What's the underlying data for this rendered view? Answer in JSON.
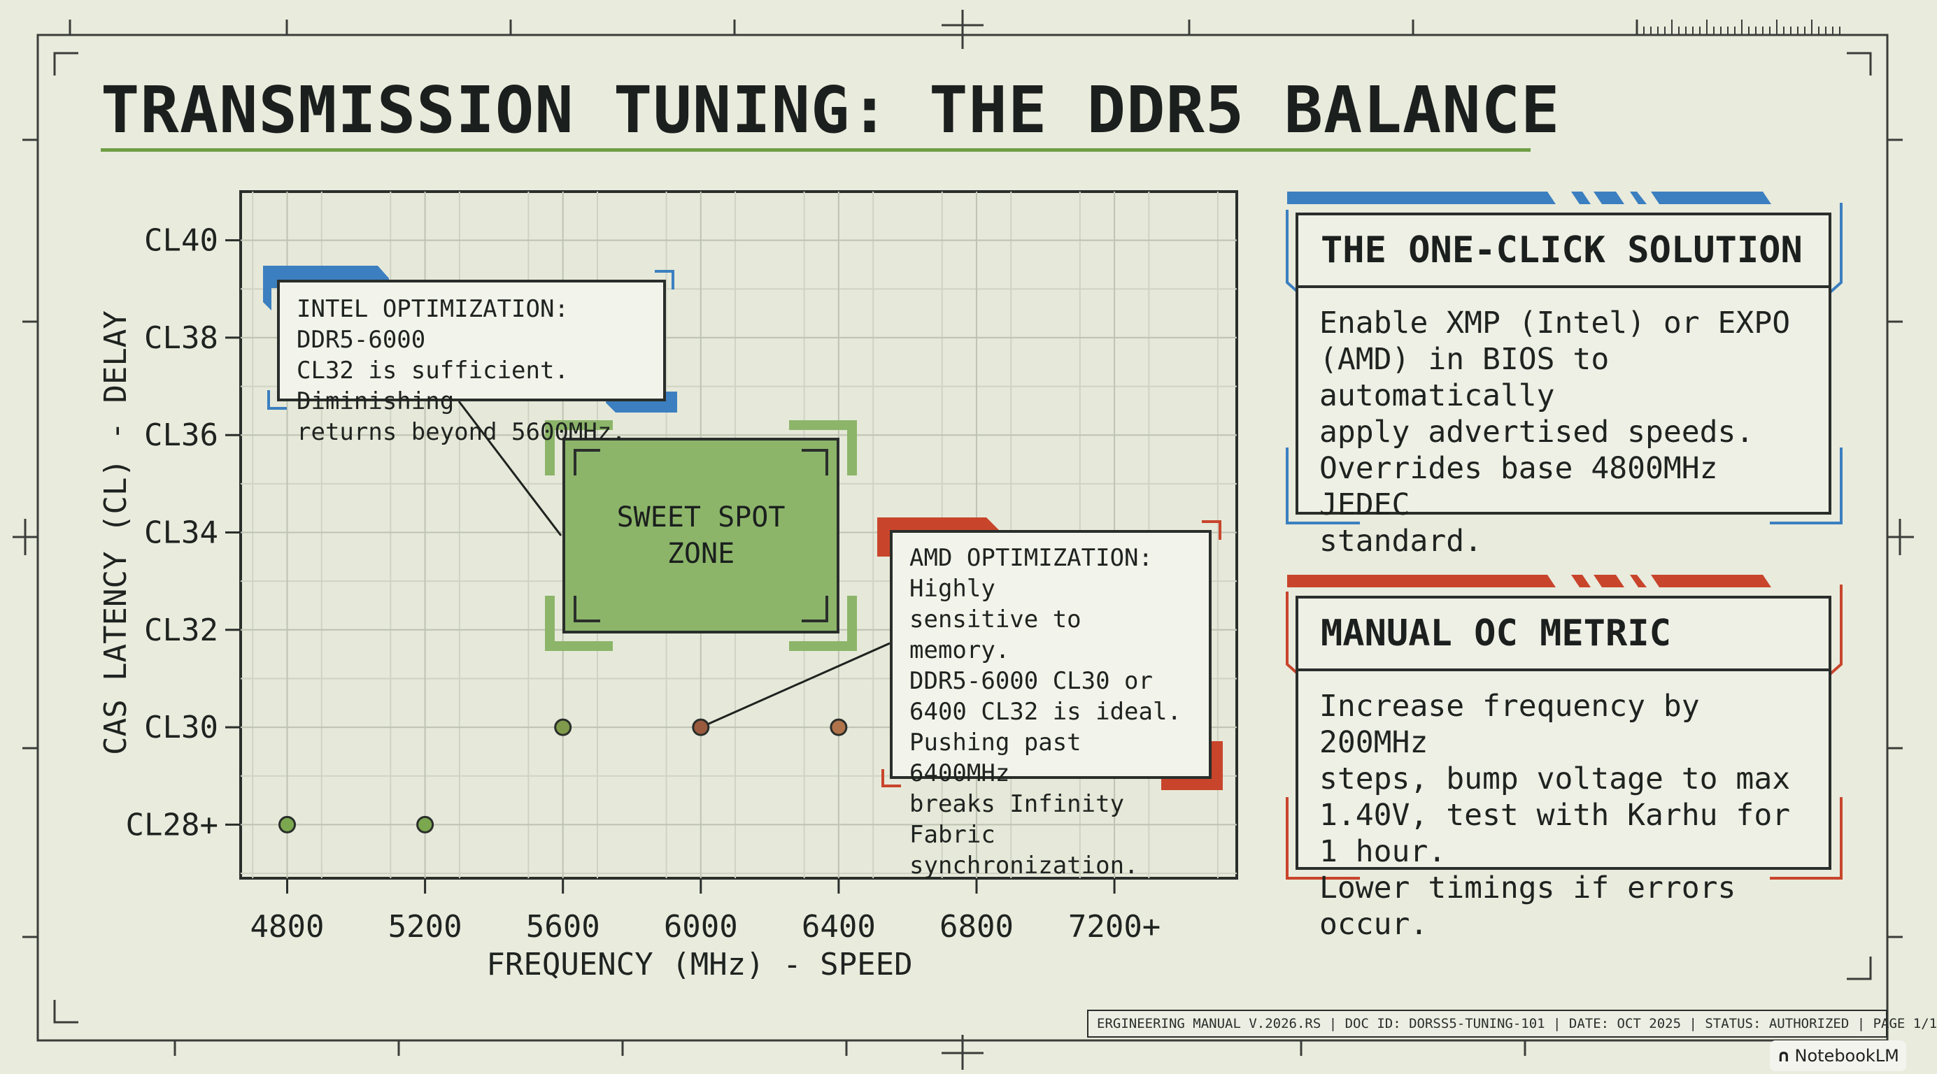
{
  "title": "TRANSMISSION TUNING: THE DDR5 BALANCE",
  "colors": {
    "background": "#e9ebdd",
    "green_accent": "#6f9d45",
    "intel_blue": "#3c7fc0",
    "amd_red": "#c8452c",
    "sweet_spot_green": "#8cb56a"
  },
  "chart_data": {
    "type": "scatter",
    "xlabel": "FREQUENCY (MHz) - SPEED",
    "ylabel": "CAS LATENCY (CL) - DELAY",
    "x_ticks": [
      "4800",
      "5200",
      "5600",
      "6000",
      "6400",
      "6800",
      "7200+"
    ],
    "y_ticks": [
      "CL28+",
      "CL30",
      "CL32",
      "CL34",
      "CL36",
      "CL38",
      "CL40"
    ],
    "xlim": [
      4665,
      7555
    ],
    "ylim": [
      26.9,
      41.0
    ],
    "grid": true,
    "points": [
      {
        "x": 4800,
        "y": 28,
        "color": "#7ba84f"
      },
      {
        "x": 5200,
        "y": 28,
        "color": "#7ba84f"
      },
      {
        "x": 5600,
        "y": 30,
        "color": "#7f9a4a"
      },
      {
        "x": 6000,
        "y": 30,
        "color": "#9a5a3e"
      },
      {
        "x": 6400,
        "y": 30,
        "color": "#b0734a"
      }
    ],
    "sweet_spot": {
      "x_range": [
        5600,
        6400
      ],
      "y_range": [
        32,
        36
      ],
      "label": "SWEET SPOT\nZONE"
    },
    "annotations": [
      {
        "id": "intel",
        "text": "INTEL OPTIMIZATION: DDR5-6000\nCL32 is sufficient. Diminishing\nreturns beyond 5600MHz.",
        "color": "#3c7fc0",
        "points_to": {
          "x": 5600,
          "y": 34
        }
      },
      {
        "id": "amd",
        "text": "AMD OPTIMIZATION: Highly\nsensitive to memory.\nDDR5-6000 CL30 or\n6400 CL32 is ideal.\nPushing past 6400MHz\nbreaks Infinity Fabric\nsynchronization.",
        "color": "#c8452c",
        "points_to": {
          "x": 6000,
          "y": 30
        }
      }
    ]
  },
  "panels": {
    "xmp": {
      "title": "THE ONE-CLICK SOLUTION",
      "body": "Enable XMP (Intel) or EXPO\n(AMD) in BIOS to automatically\napply advertised speeds.\nOverrides base 4800MHz JEDEC\nstandard."
    },
    "oc": {
      "title": "MANUAL OC METRIC",
      "body": "Increase frequency by 200MHz\nsteps, bump voltage to max\n1.40V, test with Karhu for 1 hour.\nLower timings if errors occur."
    }
  },
  "footer": "ERGINEERING MANUAL V.2026.RS | DOC ID: DORSS5-TUNING-101 | DATE: OCT 2025 | STATUS: AUTHORIZED | PAGE 1/1",
  "watermark": {
    "label": "NotebookLM",
    "icon": "notebooklm-logo-icon"
  }
}
